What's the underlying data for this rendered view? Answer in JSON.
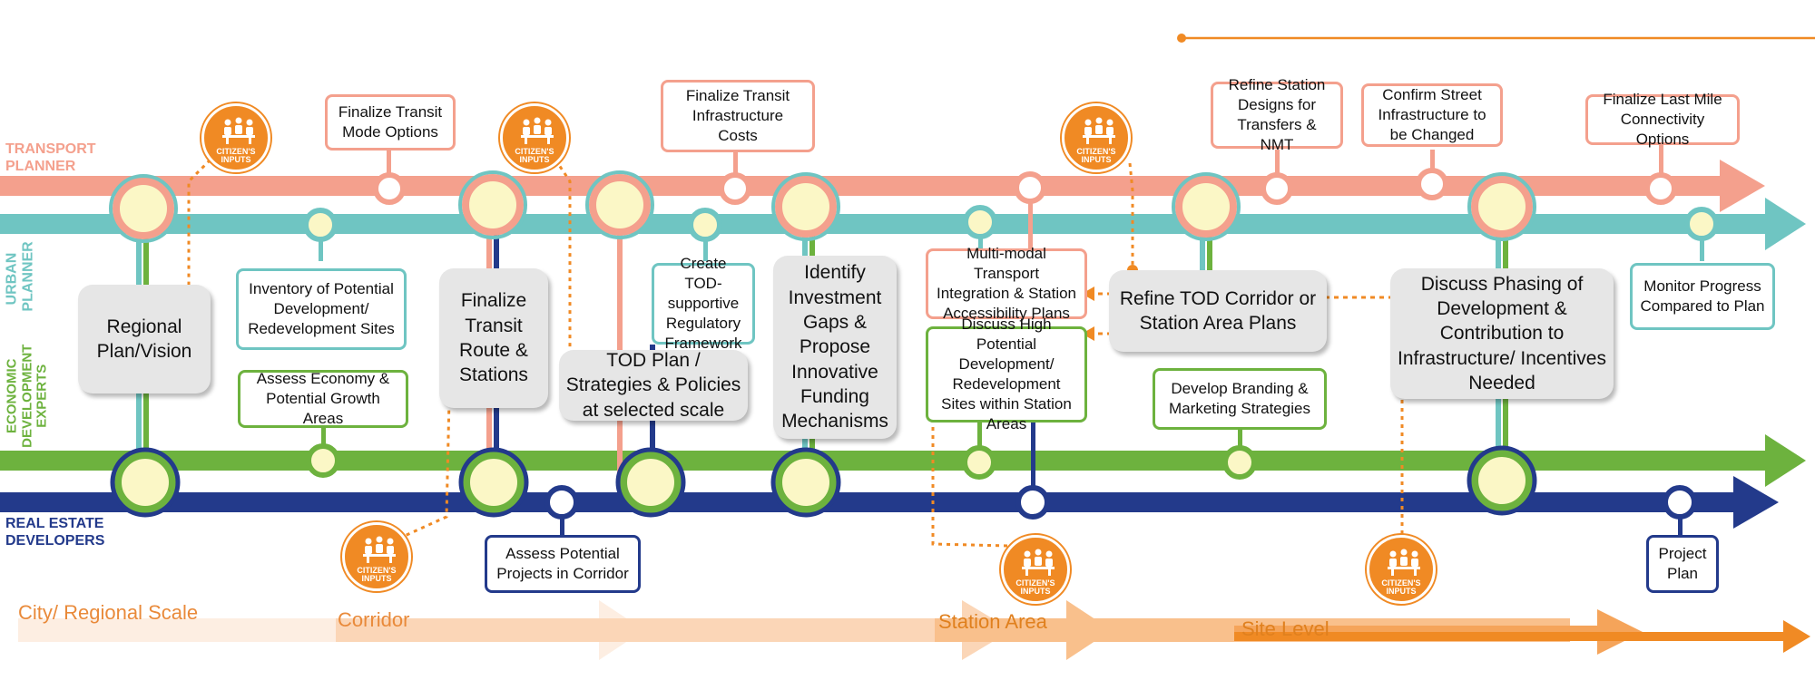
{
  "lanes": {
    "transport": "TRANSPORT PLANNER",
    "urban": "URBAN PLANNER",
    "economic": "ECONOMIC DEVELOPMENT EXPERTS",
    "real_estate": "REAL ESTATE DEVELOPERS"
  },
  "colors": {
    "transport": "#f4a08d",
    "urban": "#6fc5c2",
    "economic": "#6db23e",
    "real_estate": "#233a8b",
    "citizen": "#f08a24",
    "node_fill": "#fbf7c6",
    "stage_box": "#e6e6e6"
  },
  "stages": {
    "regional": "Regional Plan/Vision",
    "finalize_route": "Finalize Transit Route & Stations",
    "tod_plan": "TOD Plan / Strategies & Policies at selected scale",
    "identify_gaps": "Identify Investment Gaps & Propose Innovative Funding Mechanisms",
    "refine_tod": "Refine TOD Corridor or Station Area Plans",
    "discuss_phasing": "Discuss Phasing of Development & Contribution to Infrastructure/ Incentives Needed"
  },
  "tasks": {
    "finalize_mode": "Finalize Transit Mode Options",
    "finalize_costs": "Finalize Transit Infrastructure Costs",
    "refine_designs": "Refine Station Designs for Transfers & NMT",
    "confirm_street": "Confirm Street Infrastructure to be Changed",
    "last_mile": "Finalize Last Mile Connectivity Options",
    "inventory": "Inventory of Potential Development/ Redevelopment Sites",
    "create_tod": "Create TOD-supportive Regulatory Framework",
    "multimodal": "Multi-modal Transport Integration & Station Accessibility Plans",
    "monitor": "Monitor Progress Compared to Plan",
    "assess_economy": "Assess Economy & Potential Growth Areas",
    "discuss_high": "Discuss High Potential Development/ Redevelopment Sites within Station Areas",
    "branding": "Develop Branding & Marketing Strategies",
    "assess_projects": "Assess Potential Projects in Corridor",
    "project_plan": "Project Plan"
  },
  "citizen_inputs": [
    "CITIZEN'S INPUTS",
    "CITIZEN'S INPUTS",
    "CITIZEN'S INPUTS",
    "CITIZEN'S INPUTS",
    "CITIZEN'S INPUTS",
    "CITIZEN'S INPUTS"
  ],
  "scales": [
    "City/ Regional Scale",
    "Corridor",
    "Station Area",
    "Site Level"
  ]
}
